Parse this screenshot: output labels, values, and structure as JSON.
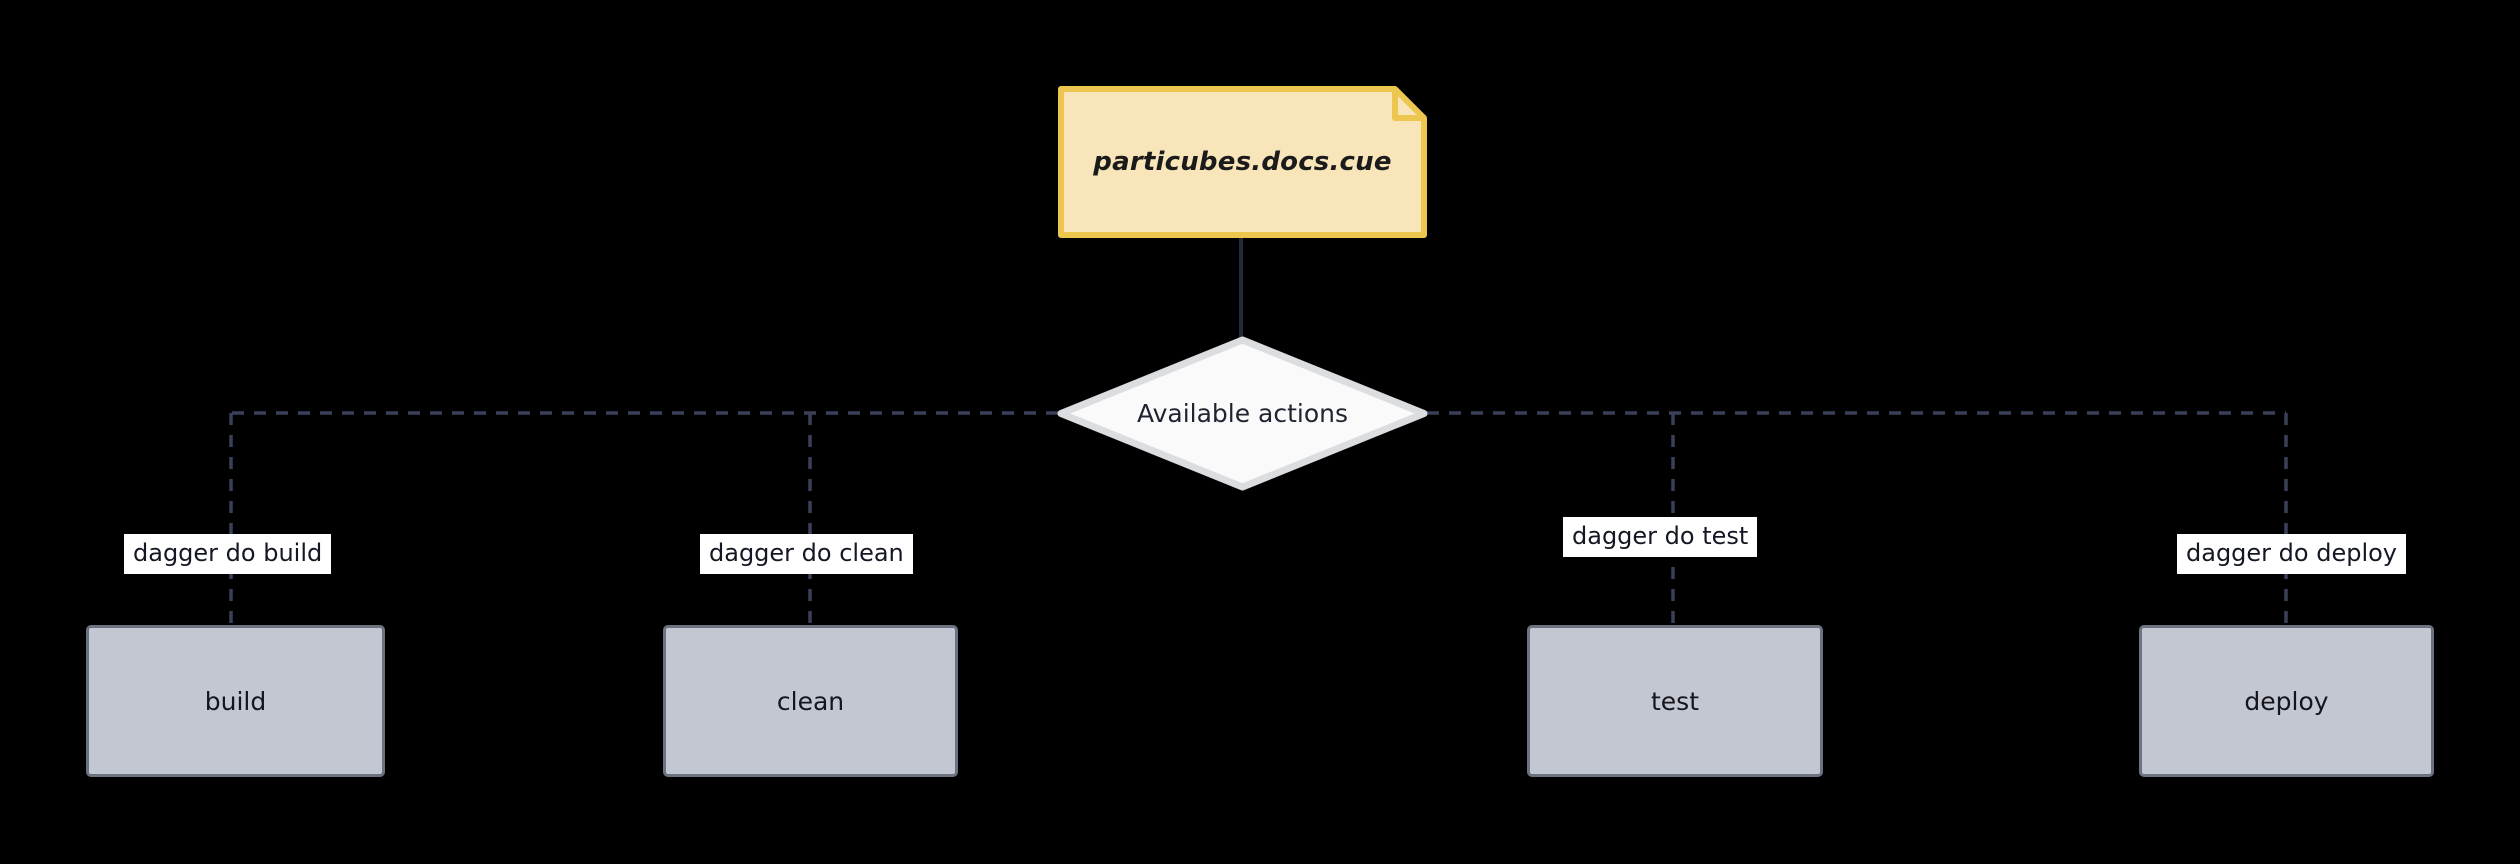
{
  "diagram": {
    "background_color": "#000000",
    "source_note": {
      "label": "particubes.docs.cue",
      "fill_color": "#f8e6ba",
      "border_color": "#edc64f"
    },
    "decision": {
      "label": "Available actions",
      "fill_color": "#fafafa",
      "border_color": "#dcdde1"
    },
    "node_style": {
      "fill_color": "#c3c7d2",
      "border_color": "#6b7280"
    },
    "edge_style": {
      "line_color": "#252a3a",
      "dash": "dashed",
      "label_background": "#ffffff"
    },
    "actions": [
      {
        "id": "build",
        "label": "build",
        "edge_label": "dagger do build"
      },
      {
        "id": "clean",
        "label": "clean",
        "edge_label": "dagger do clean"
      },
      {
        "id": "test",
        "label": "test",
        "edge_label": "dagger do test"
      },
      {
        "id": "deploy",
        "label": "deploy",
        "edge_label": "dagger do deploy"
      }
    ]
  }
}
